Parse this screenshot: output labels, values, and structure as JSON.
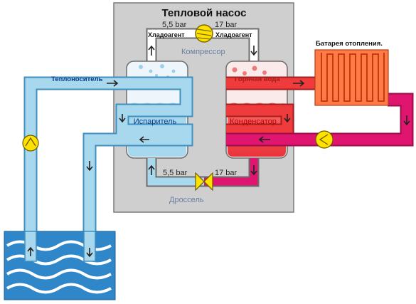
{
  "title": "Тепловой насос",
  "labels": {
    "refrigerant_left": "Хладоагент",
    "refrigerant_right": "Хладоагент",
    "pressure_top_left": "5,5 bar",
    "pressure_top_right": "17 bar",
    "pressure_bottom_left": "5,5 bar",
    "pressure_bottom_right": "17 bar",
    "compressor": "Компрессор",
    "throttle": "Дроссель",
    "coolant": "Теплоноситель",
    "hot_water": "Горячая вода",
    "evaporator": "Испаритель",
    "condenser": "Конденсатор",
    "radiator": "Батарея отопления."
  },
  "colors": {
    "panel": "#cfcfcf",
    "cold_pipe": "#a8d8ee",
    "cold_pipe_edge": "#3f8fc0",
    "hot_pipe": "#ef3b3b",
    "hot_pipe_edge": "#a61f1f",
    "heating_loop": "#e0156f",
    "heating_loop_edge": "#9a0c4a",
    "radiator": "#ff7a45",
    "pump": "#ffe100",
    "water": "#2f86c8",
    "title_text": "#111111",
    "evaporator_text": "#0a3c8c",
    "condenser_text": "#b00000"
  },
  "icons": [
    "compressor-icon",
    "pump-icon",
    "throttle-valve-icon",
    "radiator-icon",
    "flow-arrow-icon"
  ]
}
